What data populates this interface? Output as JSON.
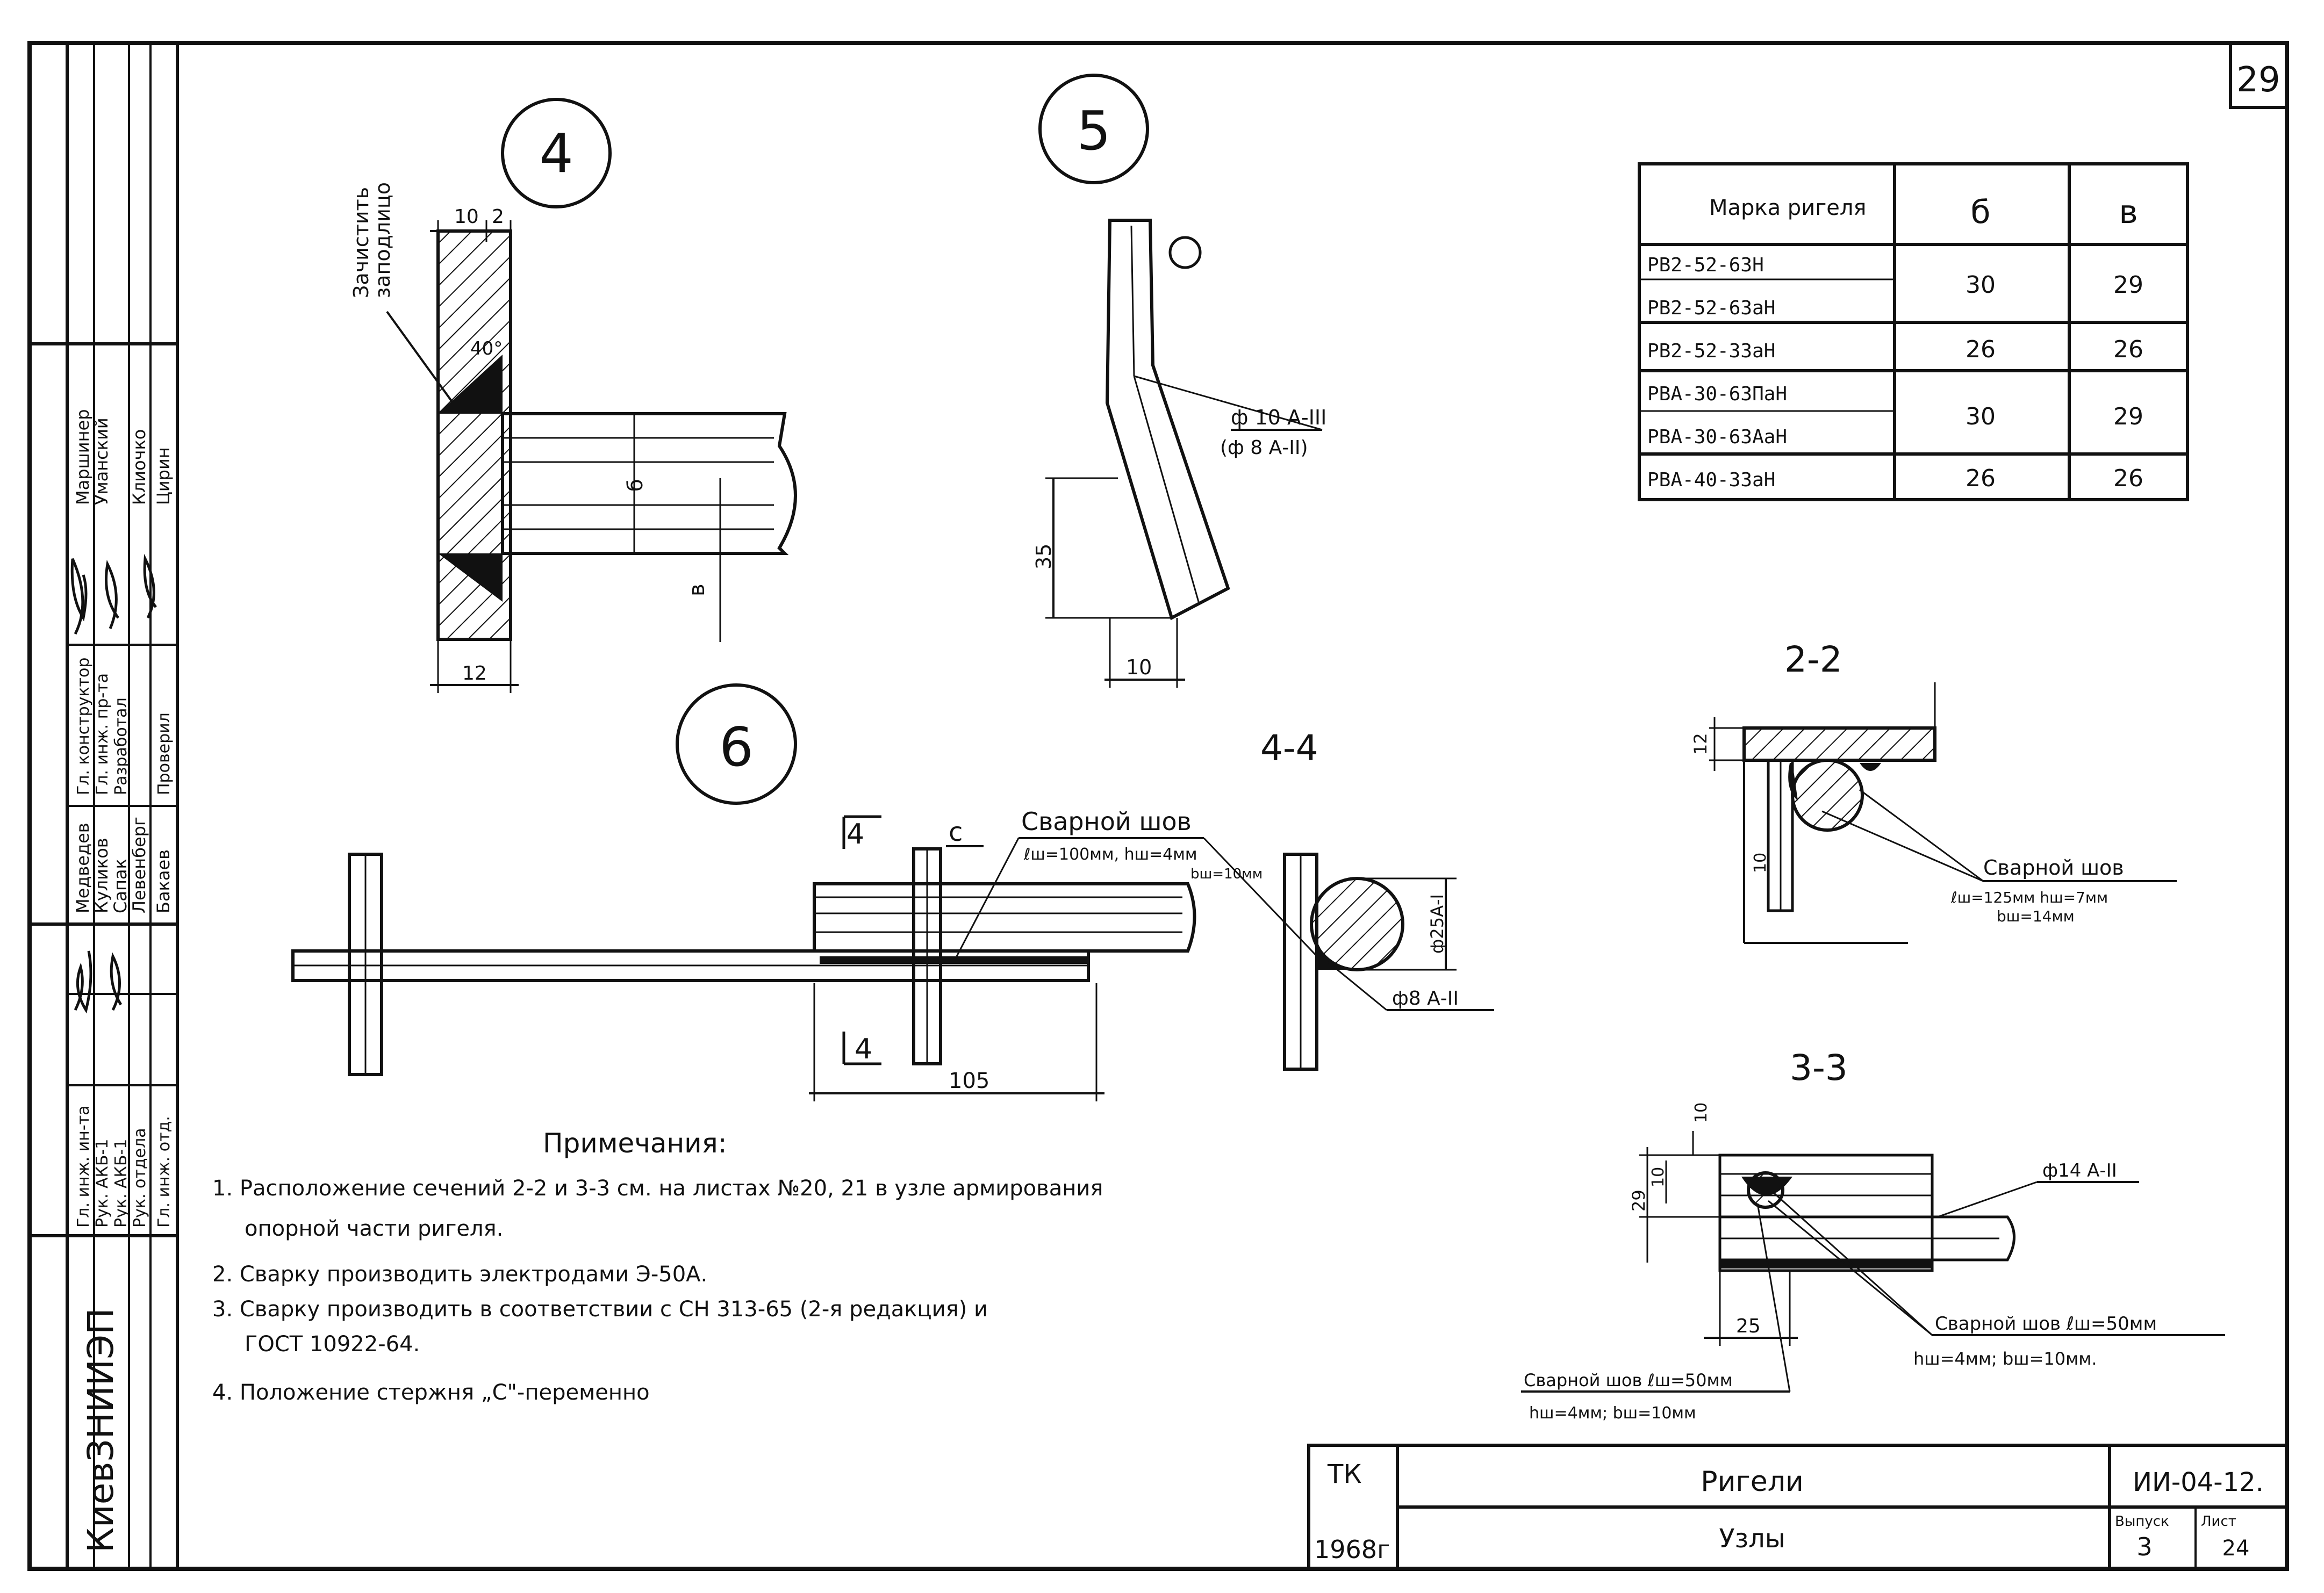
{
  "page_number": "29",
  "stamp": {
    "org": "КиевЗНИИЭП",
    "rows": [
      {
        "role": "Гл. инж. ин-та",
        "name": "Медведев",
        "role2": "Гл. конструктор",
        "name2": "Маршинер"
      },
      {
        "role": "Рук. АКБ-1",
        "name": "Куликов",
        "role2": "Гл. инж. пр-та",
        "name2": "Уманский"
      },
      {
        "role": "Рук. АКБ-1",
        "name": "Сапак",
        "role2": "Разработал",
        "name2": "Клиочко"
      },
      {
        "role": "Рук. отдела",
        "name": "Левенберг",
        "role2": "",
        "name2": ""
      },
      {
        "role": "Гл. инж. отд.",
        "name": "Бакаев",
        "role2": "Проверил",
        "name2": "Цирин"
      }
    ]
  },
  "detail4": {
    "label": "4",
    "note_line1": "Зачистить",
    "note_line2": "заподлицо",
    "dim_top": "10",
    "dim_top2": "2",
    "angle": "40°",
    "dim_b": "б",
    "dim_v": "в",
    "dim_bottom": "12"
  },
  "detail5": {
    "label": "5",
    "bar_main": "ф 10 А-III",
    "bar_alt": "(ф 8 А-II)",
    "dim_35": "35",
    "dim_10": "10"
  },
  "detail6": {
    "label": "6",
    "section_mark": "4",
    "rod_label": "с",
    "weld_title": "Сварной шов",
    "weld_params1": "ℓш=100мм, hш=4мм",
    "weld_params2": "bш=10мм",
    "dim_105": "105"
  },
  "section44": {
    "title": "4-4",
    "dia": "ф25А-I",
    "bar": "ф8 А-II"
  },
  "table": {
    "headers": [
      "Марка ригеля",
      "б",
      "в"
    ],
    "rows": [
      {
        "marks": [
          "РВ2-52-63Н",
          "РВ2-52-63аН"
        ],
        "b": "30",
        "v": "29"
      },
      {
        "marks": [
          "РВ2-52-33аН"
        ],
        "b": "26",
        "v": "26"
      },
      {
        "marks": [
          "РВА-30-63ПаН",
          "РВА-30-63АаН"
        ],
        "b": "30",
        "v": "29"
      },
      {
        "marks": [
          "РВА-40-33аН"
        ],
        "b": "26",
        "v": "26"
      }
    ]
  },
  "section22": {
    "title": "2-2",
    "dim_12": "12",
    "dim_10": "10",
    "weld_title": "Сварной шов",
    "weld_params1": "ℓш=125мм hш=7мм",
    "weld_params2": "bш=14мм"
  },
  "section33": {
    "title": "3-3",
    "dim_10a": "10",
    "dim_10b": "10",
    "dim_29": "29",
    "dim_25": "25",
    "bar": "ф14 А-II",
    "weld_right_1": "Сварной шов ℓш=50мм",
    "weld_right_2": "hш=4мм; bш=10мм.",
    "weld_left_1": "Сварной шов ℓш=50мм",
    "weld_left_2": "hш=4мм; bш=10мм"
  },
  "notes": {
    "title": "Примечания:",
    "items": [
      "1. Расположение сечений 2-2 и 3-3 см. на листах №20, 21 в узле армирования",
      "опорной части ригеля.",
      "2. Сварку производить электродами Э-50А.",
      "3. Сварку производить в соответствии с СН 313-65 (2-я редакция) и",
      "ГОСТ 10922-64.",
      "4. Положение стержня „С\"-переменно"
    ]
  },
  "titleblock": {
    "series_code": "ТК",
    "year": "1968г",
    "subject": "Ригели",
    "sheet_title": "Узлы",
    "doc_code": "ИИ-04-12.",
    "issue_label": "Выпуск",
    "issue": "3",
    "sheet_label": "Лист",
    "sheet": "24"
  }
}
